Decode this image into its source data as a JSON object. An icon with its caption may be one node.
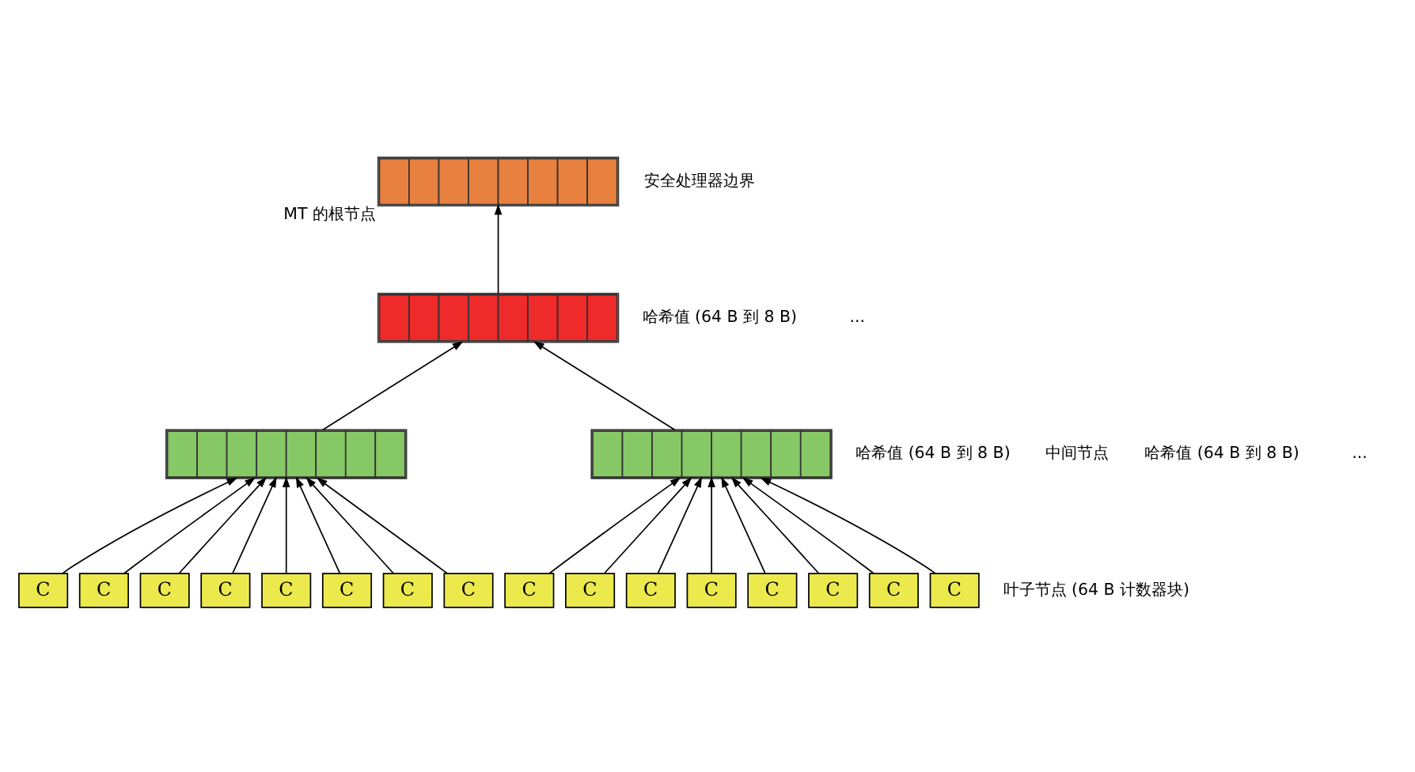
{
  "diagram": {
    "nodes": [
      {
        "text": [],
        "shape": "box",
        "beside": [
          "MT 的根节点"
        ]
      },
      {
        "text": [],
        "shape": "box"
      },
      {
        "text": [],
        "shape": "box"
      },
      {
        "text": [],
        "shape": "box"
      },
      {
        "text": [
          "C"
        ]
      },
      {
        "text": [
          "C"
        ]
      },
      {
        "text": [
          "C"
        ]
      },
      {
        "text": [
          "C"
        ]
      },
      {
        "text": [
          "C"
        ]
      },
      {
        "text": [
          "C"
        ]
      },
      {
        "text": [
          "C"
        ]
      },
      {
        "text": [
          "C"
        ]
      },
      {
        "text": [
          "C"
        ]
      },
      {
        "text": [
          "C"
        ]
      },
      {
        "text": [
          "C"
        ]
      },
      {
        "text": [
          "C"
        ]
      },
      {
        "text": [
          "C"
        ]
      },
      {
        "text": [
          "C"
        ]
      },
      {
        "text": [
          "C"
        ]
      },
      {
        "text": [
          "C"
        ]
      }
    ],
    "edges": [
      {
        "from": 1,
        "to": 0,
        "arrow": "to"
      },
      {
        "from": 2,
        "to": 1,
        "arrow": "to"
      },
      {
        "from": 3,
        "to": 1,
        "arrow": "to"
      },
      {
        "from": 4,
        "to": 2,
        "arrow": "to"
      },
      {
        "from": 5,
        "to": 2,
        "arrow": "to"
      },
      {
        "from": 6,
        "to": 2,
        "arrow": "to"
      },
      {
        "from": 7,
        "to": 2,
        "arrow": "to"
      },
      {
        "from": 8,
        "to": 2,
        "arrow": "to"
      },
      {
        "from": 9,
        "to": 2,
        "arrow": "to"
      },
      {
        "from": 10,
        "to": 2,
        "arrow": "to"
      },
      {
        "from": 11,
        "to": 2,
        "arrow": "to"
      },
      {
        "from": 12,
        "to": 3,
        "arrow": "to"
      },
      {
        "from": 13,
        "to": 3,
        "arrow": "to"
      },
      {
        "from": 14,
        "to": 3,
        "arrow": "to"
      },
      {
        "from": 15,
        "to": 3,
        "arrow": "to"
      },
      {
        "from": 16,
        "to": 3,
        "arrow": "to"
      },
      {
        "from": 17,
        "to": 3,
        "arrow": "to"
      },
      {
        "from": 18,
        "to": 3,
        "arrow": "to"
      },
      {
        "from": 19,
        "to": 3,
        "arrow": "to"
      }
    ],
    "labels": [
      "安全处理器边界",
      "哈希值 (64 B 到 8 B)",
      "哈希值 (64 B 到 8 B)",
      "...",
      "中间节点",
      "哈希值 (64 B 到 8 B)",
      "...",
      "叶子节点 (64 B 计数器块)"
    ]
  }
}
